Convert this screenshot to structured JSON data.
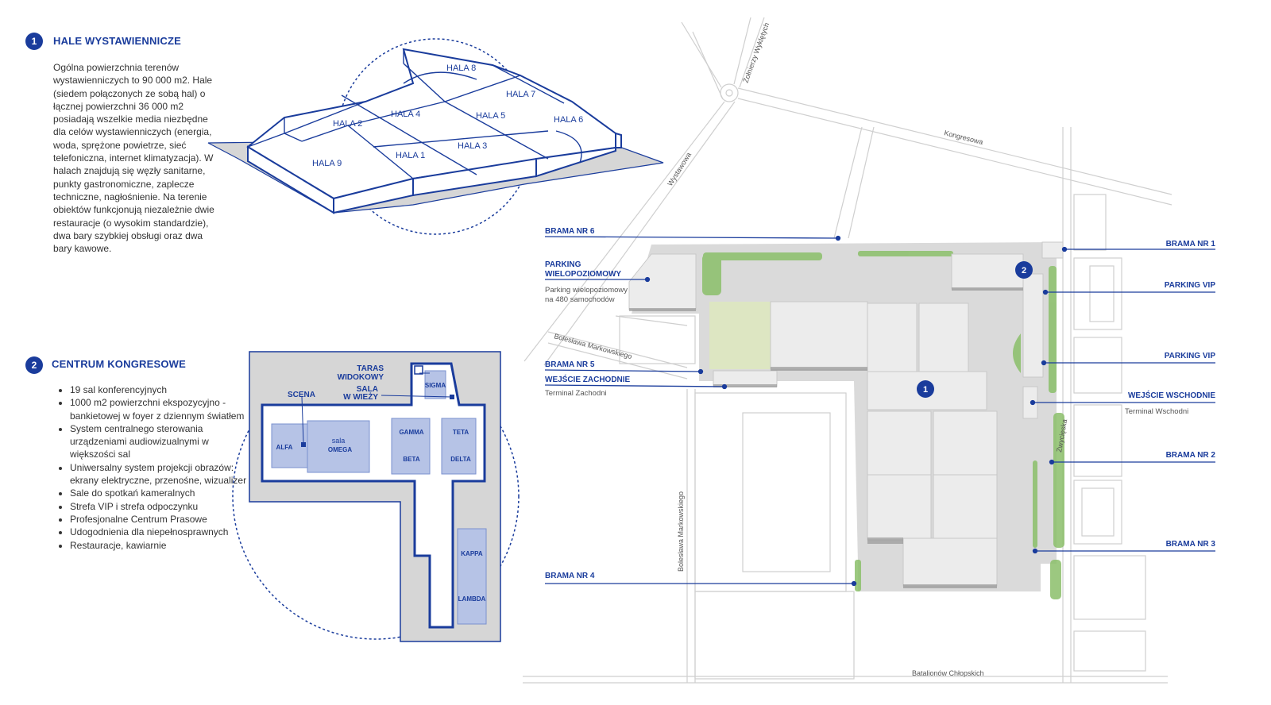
{
  "section1": {
    "number": "1",
    "title": "HALE WYSTAWIENNICZE",
    "paragraph": "Ogólna powierzchnia terenów wystawienniczych to 90 000 m2. Hale (siedem połączonych ze sobą hal) o łącznej powierzchni 36 000 m2 posiadają wszelkie media niezbędne dla celów wystawienniczych (energia, woda, sprężone powietrze, sieć telefoniczna, internet klimatyzacja). W halach znajdują się węzły sanitarne, punkty gastronomiczne, zaplecze techniczne, nagłośnienie. Na terenie obiektów funkcjonują niezależnie dwie restauracje (o wysokim standardzie), dwa bary szybkiej obsługi oraz dwa bary kawowe."
  },
  "section2": {
    "number": "2",
    "title": "CENTRUM KONGRESOWE",
    "items": [
      "19 sal konferencyjnych",
      "1000 m2 powierzchni ekspozycyjno - bankietowej w foyer z dziennym światłem",
      "System centralnego sterowania urządzeniami audiowizualnymi w większości sal",
      "Uniwersalny system projekcji obrazów: ekrany elektryczne, przenośne, wizualizer",
      "Sale do spotkań kameralnych",
      "Strefa VIP i strefa odpoczynku",
      "Profesjonalne Centrum Prasowe",
      "Udogodnienia dla niepełnosprawnych",
      "Restauracje, kawiarnie"
    ]
  },
  "halls": {
    "hala1": "HALA 1",
    "hala2": "HALA 2",
    "hala3": "HALA 3",
    "hala4": "HALA 4",
    "hala5": "HALA 5",
    "hala6": "HALA 6",
    "hala7": "HALA 7",
    "hala8": "HALA 8",
    "hala9": "HALA 9"
  },
  "congress": {
    "taras_1": "TARAS",
    "taras_2": "WIDOKOWY",
    "sala_wiezy_1": "SALA",
    "sala_wiezy_2": "W WIEŻY",
    "sigma": "SIGMA",
    "scena": "SCENA",
    "alfa": "ALFA",
    "omega_1": "sala",
    "omega_2": "OMEGA",
    "gamma": "GAMMA",
    "beta": "BETA",
    "teta": "TETA",
    "delta": "DELTA",
    "kappa": "KAPPA",
    "lambda": "LAMBDA"
  },
  "map": {
    "brama6": "BRAMA NR 6",
    "parking_wielo_1": "PARKING",
    "parking_wielo_2": "WIELOPOZIOMOWY",
    "parking_wielo_sub_1": "Parking wielopoziomowy",
    "parking_wielo_sub_2": "na 480 samochodów",
    "brama5": "BRAMA NR 5",
    "wejscie_zach": "WEJŚCIE ZACHODNIE",
    "terminal_zach": "Terminal Zachodni",
    "brama4": "BRAMA NR 4",
    "brama1": "BRAMA NR 1",
    "parking_vip_1": "PARKING VIP",
    "parking_vip_2": "PARKING VIP",
    "wejscie_wsch": "WEJŚCIE WSCHODNIE",
    "terminal_wsch": "Terminal Wschodni",
    "brama2": "BRAMA NR 2",
    "brama3": "BRAMA NR 3",
    "marker1": "1",
    "marker2": "2",
    "streets": {
      "zolnierzy": "Żołnierzy Wyklętych",
      "kongresowa": "Kongresowa",
      "wystawowa": "Wystawowa",
      "markowskiego_1": "Bolesława Markowskiego",
      "markowskiego_2": "Bolesława Markowskiego",
      "zwycieska": "Zwycięska",
      "batalionow": "Batalionów Chłopskich"
    }
  },
  "colors": {
    "accent": "#1a3c9c",
    "building": "#e3e3e3",
    "ground": "#d8d8d8",
    "greenery": "#8bbf6a",
    "lawn": "#dde6c2"
  }
}
